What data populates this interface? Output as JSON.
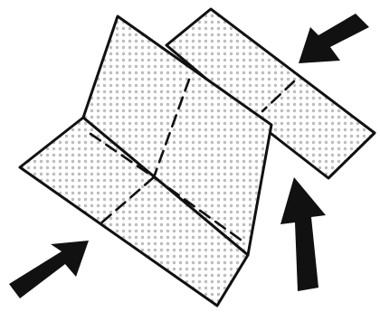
{
  "diagram": {
    "kind": "origami-fold-instruction",
    "shading": "halftone dots",
    "colors": {
      "ink": "#111111",
      "paper": "#ffffff",
      "dots": "#bdbdbd"
    },
    "arrows": [
      {
        "name": "push-arrow-bottom-left",
        "direction": "up-right"
      },
      {
        "name": "push-arrow-top-right",
        "direction": "down-left"
      },
      {
        "name": "push-arrow-bottom-right",
        "direction": "up"
      }
    ]
  }
}
